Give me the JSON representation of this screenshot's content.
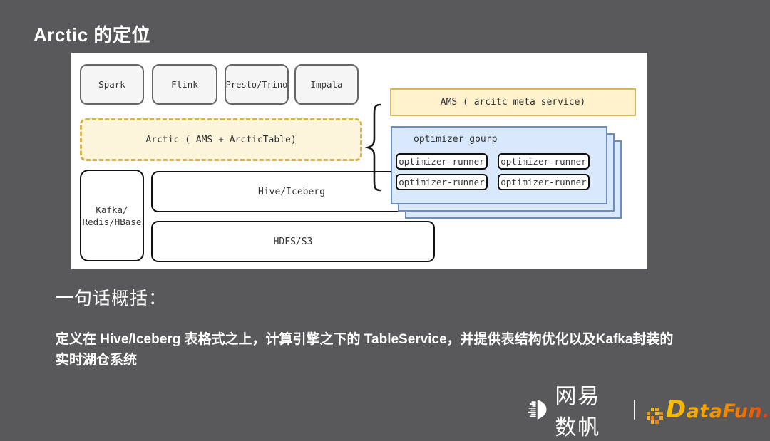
{
  "slide": {
    "title": "Arctic 的定位",
    "summary_heading": "一句话概括：",
    "summary_line1": "定义在 Hive/Iceberg 表格式之上，计算引擎之下的 TableService，并提供表结构优化以及Kafka封装的",
    "summary_line2": "实时湖仓系统"
  },
  "diagram": {
    "engines": [
      "Spark",
      "Flink",
      "Presto/Trino",
      "Impala"
    ],
    "arctic_label": "Arctic ( AMS + ArcticTable)",
    "storage_lines": [
      "Kafka/",
      "Redis/HBase"
    ],
    "table_format_label": "Hive/Iceberg",
    "file_store_label": "HDFS/S3",
    "ams_label": "AMS ( arcitc meta service)",
    "optimizer_group_label": "optimizer gourp",
    "optimizer_runners": [
      "optimizer-runner",
      "optimizer-runner",
      "optimizer-runner",
      "optimizer-runner"
    ]
  },
  "footer": {
    "netease_name": "网易数帆",
    "datafun_d": "D",
    "datafun_rest": "ataFun",
    "datafun_dot": "."
  },
  "icons": {
    "netease_logo": "striped-sail-logo",
    "datafun_dots": "pixel-dot-cluster",
    "brace": "left-curly-brace"
  },
  "colors": {
    "slide_background": "#59595B",
    "panel_background": "#FFFFFF",
    "yellow_fill": "#FFF2CC",
    "yellow_border": "#D6B656",
    "arctic_fill": "#FCF4DB",
    "arctic_dash_border": "#D5B54A",
    "blue_fill": "#DAE8FC",
    "blue_border": "#6C8EBF",
    "gray_box_fill": "#F5F5F5",
    "gray_box_border": "#666666",
    "datafun_yellow": "#F8B62D",
    "datafun_orange": "#EF8200",
    "datafun_red": "#E8380D",
    "text_white": "#FFFFFF"
  }
}
